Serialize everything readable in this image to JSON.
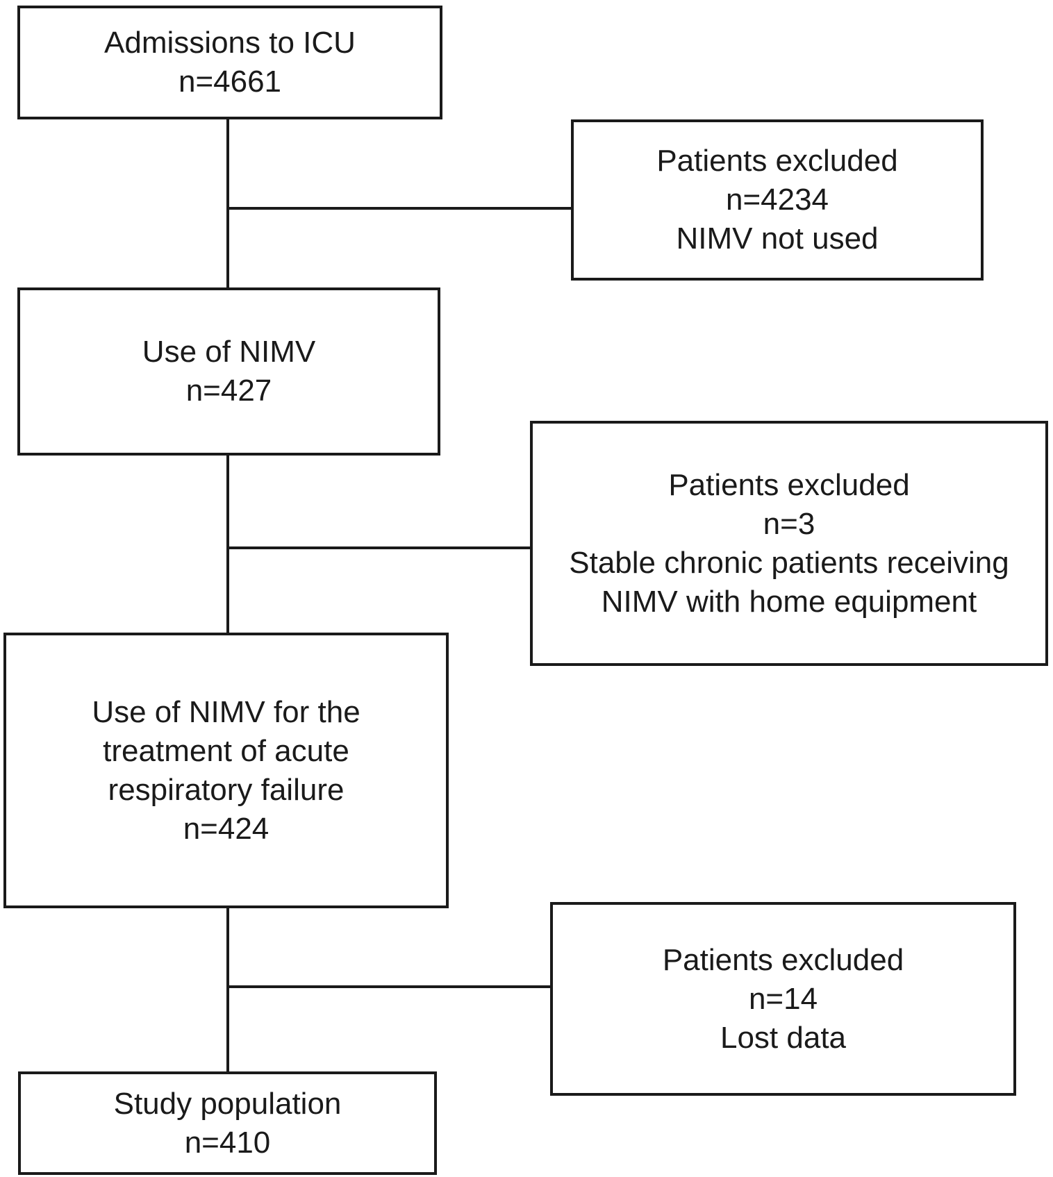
{
  "figure": {
    "type": "flowchart",
    "background_color": "#ffffff",
    "line_color": "#1a1a1a",
    "text_color": "#1a1a1a",
    "boxes": {
      "admissions": {
        "role": "cohort",
        "lines": [
          "Admissions to ICU",
          "n=4661"
        ],
        "n": 4661
      },
      "excluded1": {
        "role": "exclusion",
        "lines": [
          "Patients excluded",
          "n=4234",
          "NIMV not used"
        ],
        "n": 4234
      },
      "nimv": {
        "role": "cohort",
        "lines": [
          "Use of NIMV",
          "n=427"
        ],
        "n": 427
      },
      "excluded2": {
        "role": "exclusion",
        "lines": [
          "Patients excluded",
          "n=3",
          "Stable chronic patients receiving",
          "NIMV with home equipment"
        ],
        "n": 3
      },
      "arf": {
        "role": "cohort",
        "lines": [
          "Use of NIMV for the",
          "treatment of acute",
          "respiratory failure",
          "n=424"
        ],
        "n": 424
      },
      "excluded3": {
        "role": "exclusion",
        "lines": [
          "Patients excluded",
          "n=14",
          "Lost data"
        ],
        "n": 14
      },
      "study": {
        "role": "cohort",
        "lines": [
          "Study population",
          "n=410"
        ],
        "n": 410
      }
    }
  }
}
